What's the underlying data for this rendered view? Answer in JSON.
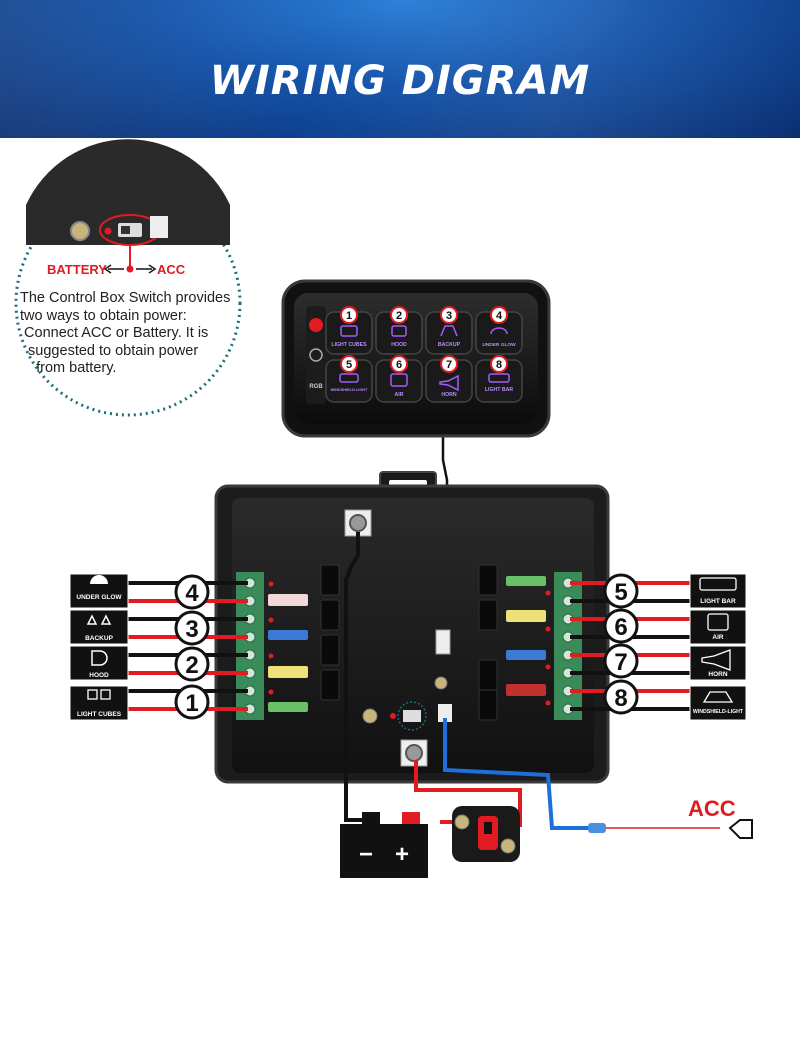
{
  "header": {
    "title": "WIRING DIGRAM"
  },
  "callout": {
    "battery_label": "BATTERY",
    "acc_label": "ACC",
    "note_lines": [
      "The Control Box Switch provides",
      "two ways to obtain power:",
      " Connect ACC or Battery. It is",
      "  suggested to obtain power",
      "    from battery."
    ]
  },
  "panel": {
    "buttons": [
      {
        "num": "1",
        "label": "LIGHT CUBES"
      },
      {
        "num": "2",
        "label": "HOOD"
      },
      {
        "num": "3",
        "label": "BACKUP"
      },
      {
        "num": "4",
        "label": "UNDER GLOW"
      },
      {
        "num": "5",
        "label": "WINDSHIELD-LIGHT"
      },
      {
        "num": "6",
        "label": "AIR"
      },
      {
        "num": "7",
        "label": "HORN"
      },
      {
        "num": "8",
        "label": "LIGHT BAR"
      }
    ],
    "side_label": "RGB"
  },
  "left_outputs": [
    {
      "num": "4",
      "label": "UNDER GLOW"
    },
    {
      "num": "3",
      "label": "BACKUP"
    },
    {
      "num": "2",
      "label": "HOOD"
    },
    {
      "num": "1",
      "label": "LIGHT CUBES"
    }
  ],
  "right_outputs": [
    {
      "num": "5",
      "label": "LIGHT BAR"
    },
    {
      "num": "6",
      "label": "AIR"
    },
    {
      "num": "7",
      "label": "HORN"
    },
    {
      "num": "8",
      "label": "WINDSHIELD-LIGHT"
    }
  ],
  "battery": {
    "minus": "−",
    "plus": "+"
  },
  "acc_label": "ACC",
  "colors": {
    "banner": "#1452a8",
    "red_wire": "#e11b22",
    "blue_wire": "#1e6fd9",
    "panel_glow": "#a25cff",
    "teal": "#1b6f7a"
  }
}
